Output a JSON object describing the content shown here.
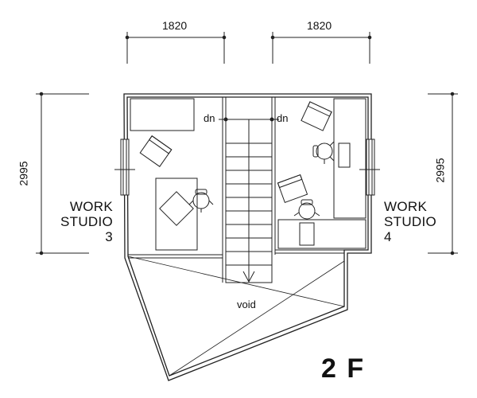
{
  "dimensions": {
    "top_left": "1820",
    "top_right": "1820",
    "side_left": "2995",
    "side_right": "2995"
  },
  "rooms": {
    "left": {
      "line1": "WORK",
      "line2": "STUDIO",
      "line3": "3"
    },
    "right": {
      "line1": "WORK",
      "line2": "STUDIO",
      "line3": "4"
    }
  },
  "stair_labels": {
    "left": "dn",
    "right": "dn"
  },
  "void_label": "void",
  "floor_label": "2 F"
}
